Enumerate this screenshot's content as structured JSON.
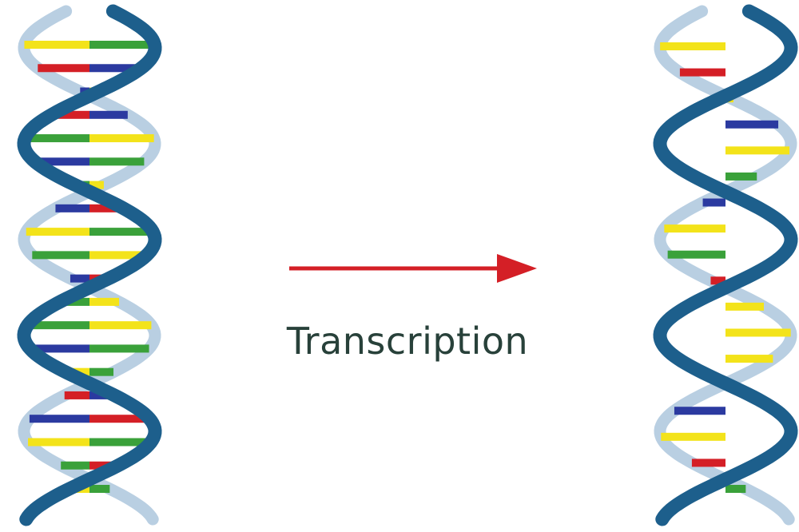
{
  "label": "Transcription",
  "colors": {
    "backbone_front": "#1d5f8c",
    "backbone_back": "#b9cfe2",
    "arrow": "#d41f26",
    "text": "#28413a",
    "base_yellow": "#f3e31a",
    "base_green": "#3aa13a",
    "base_red": "#d41f26",
    "base_blue": "#2b3aa0"
  },
  "dna": {
    "rungs": [
      [
        "y",
        "g"
      ],
      [
        "r",
        "b"
      ],
      [
        "b",
        "y"
      ],
      [
        "r",
        "b"
      ],
      [
        "g",
        "y"
      ],
      [
        "b",
        "g"
      ],
      [
        "g",
        "y"
      ],
      [
        "b",
        "r"
      ],
      [
        "y",
        "g"
      ],
      [
        "g",
        "y"
      ],
      [
        "b",
        "r"
      ],
      [
        "g",
        "y"
      ],
      [
        "g",
        "y"
      ],
      [
        "b",
        "g"
      ],
      [
        "y",
        "g"
      ],
      [
        "r",
        "b"
      ],
      [
        "b",
        "r"
      ],
      [
        "y",
        "g"
      ],
      [
        "g",
        "r"
      ],
      [
        "y",
        "g"
      ]
    ]
  },
  "rna": {
    "bases": [
      "y",
      "r",
      "y",
      "b",
      "y",
      "g",
      "b",
      "y",
      "g",
      "r",
      "y",
      "y",
      "y",
      "r",
      "b",
      "y",
      "r",
      "g"
    ]
  }
}
